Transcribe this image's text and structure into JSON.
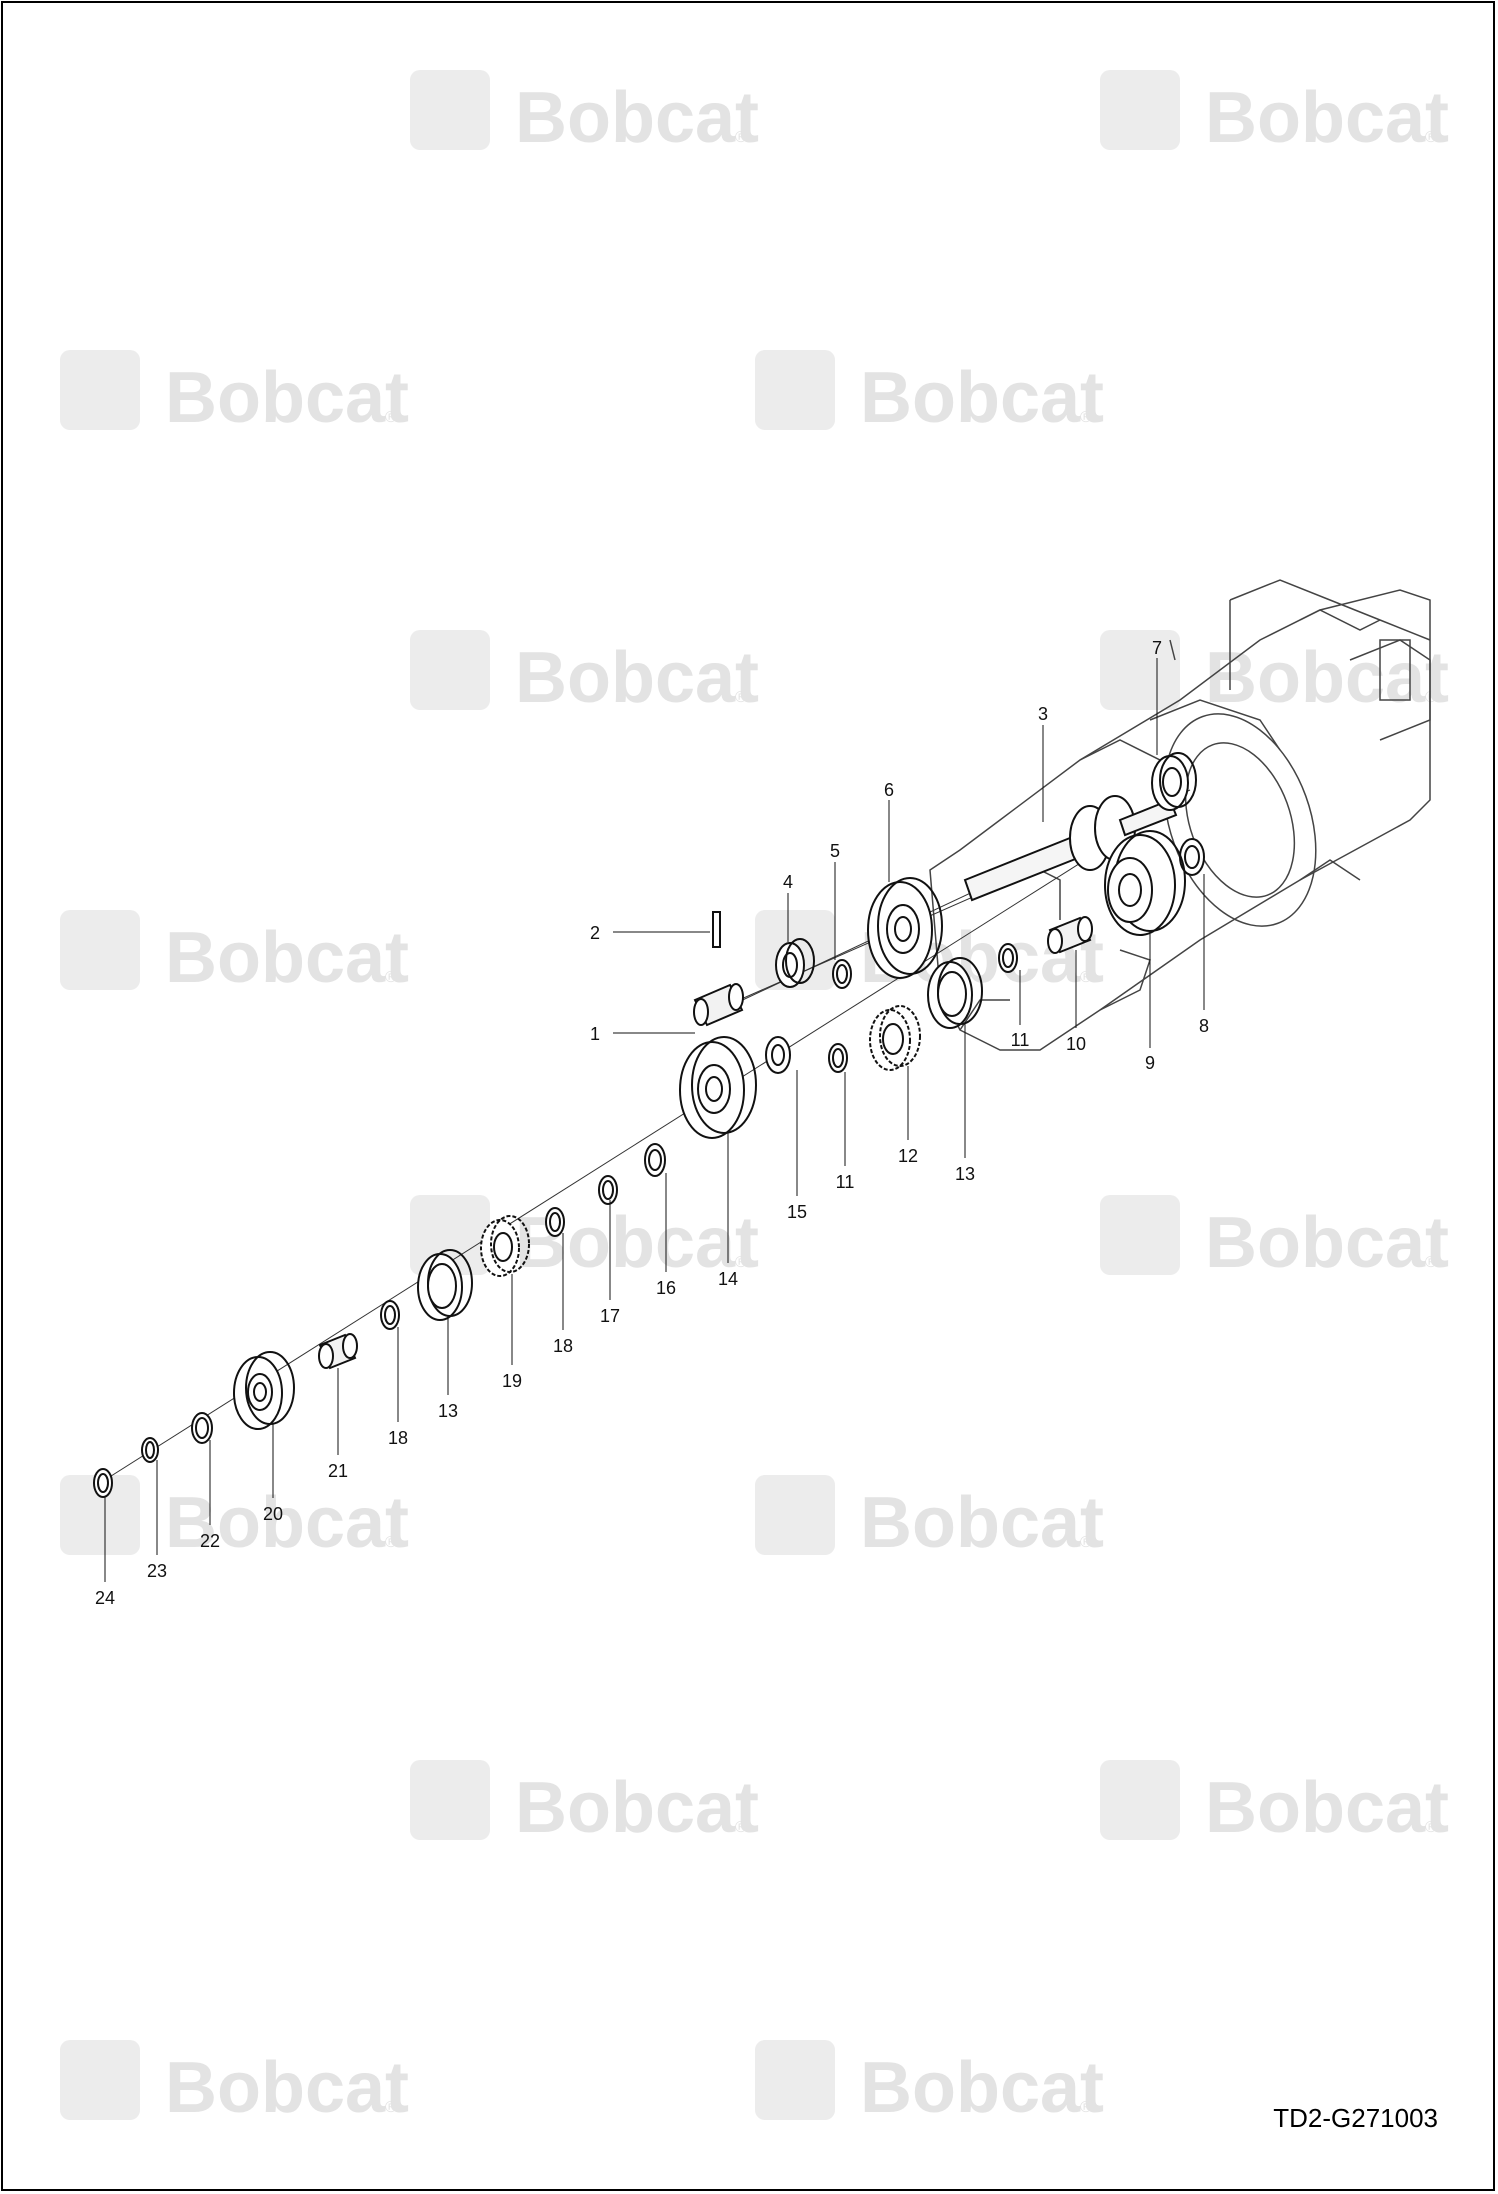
{
  "watermark": {
    "brand": "Bobcat",
    "reg": "®"
  },
  "drawing_id": "TD2-G271003",
  "callouts": [
    "1",
    "2",
    "3",
    "4",
    "5",
    "6",
    "7",
    "8",
    "9",
    "10",
    "11",
    "11",
    "12",
    "13",
    "13",
    "14",
    "15",
    "16",
    "17",
    "18",
    "18",
    "19",
    "20",
    "21",
    "22",
    "23",
    "24"
  ]
}
